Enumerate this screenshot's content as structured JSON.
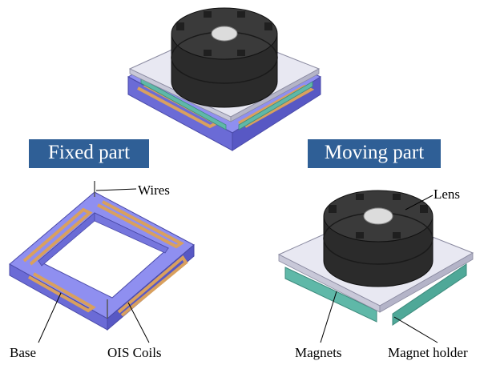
{
  "labels": {
    "fixed_part": "Fixed part",
    "moving_part": "Moving part",
    "wires": "Wires",
    "lens": "Lens",
    "base": "Base",
    "ois_coils": "OIS Coils",
    "magnets": "Magnets",
    "magnet_holder": "Magnet holder"
  },
  "colors": {
    "label_box": "#2f5f96",
    "base_purple": "#8f8ff0",
    "coil_copper": "#d9a05e",
    "lens_black": "#2e2e2e",
    "holder_plate": "#e8e8f2",
    "magnet_teal": "#5fb8a8"
  }
}
